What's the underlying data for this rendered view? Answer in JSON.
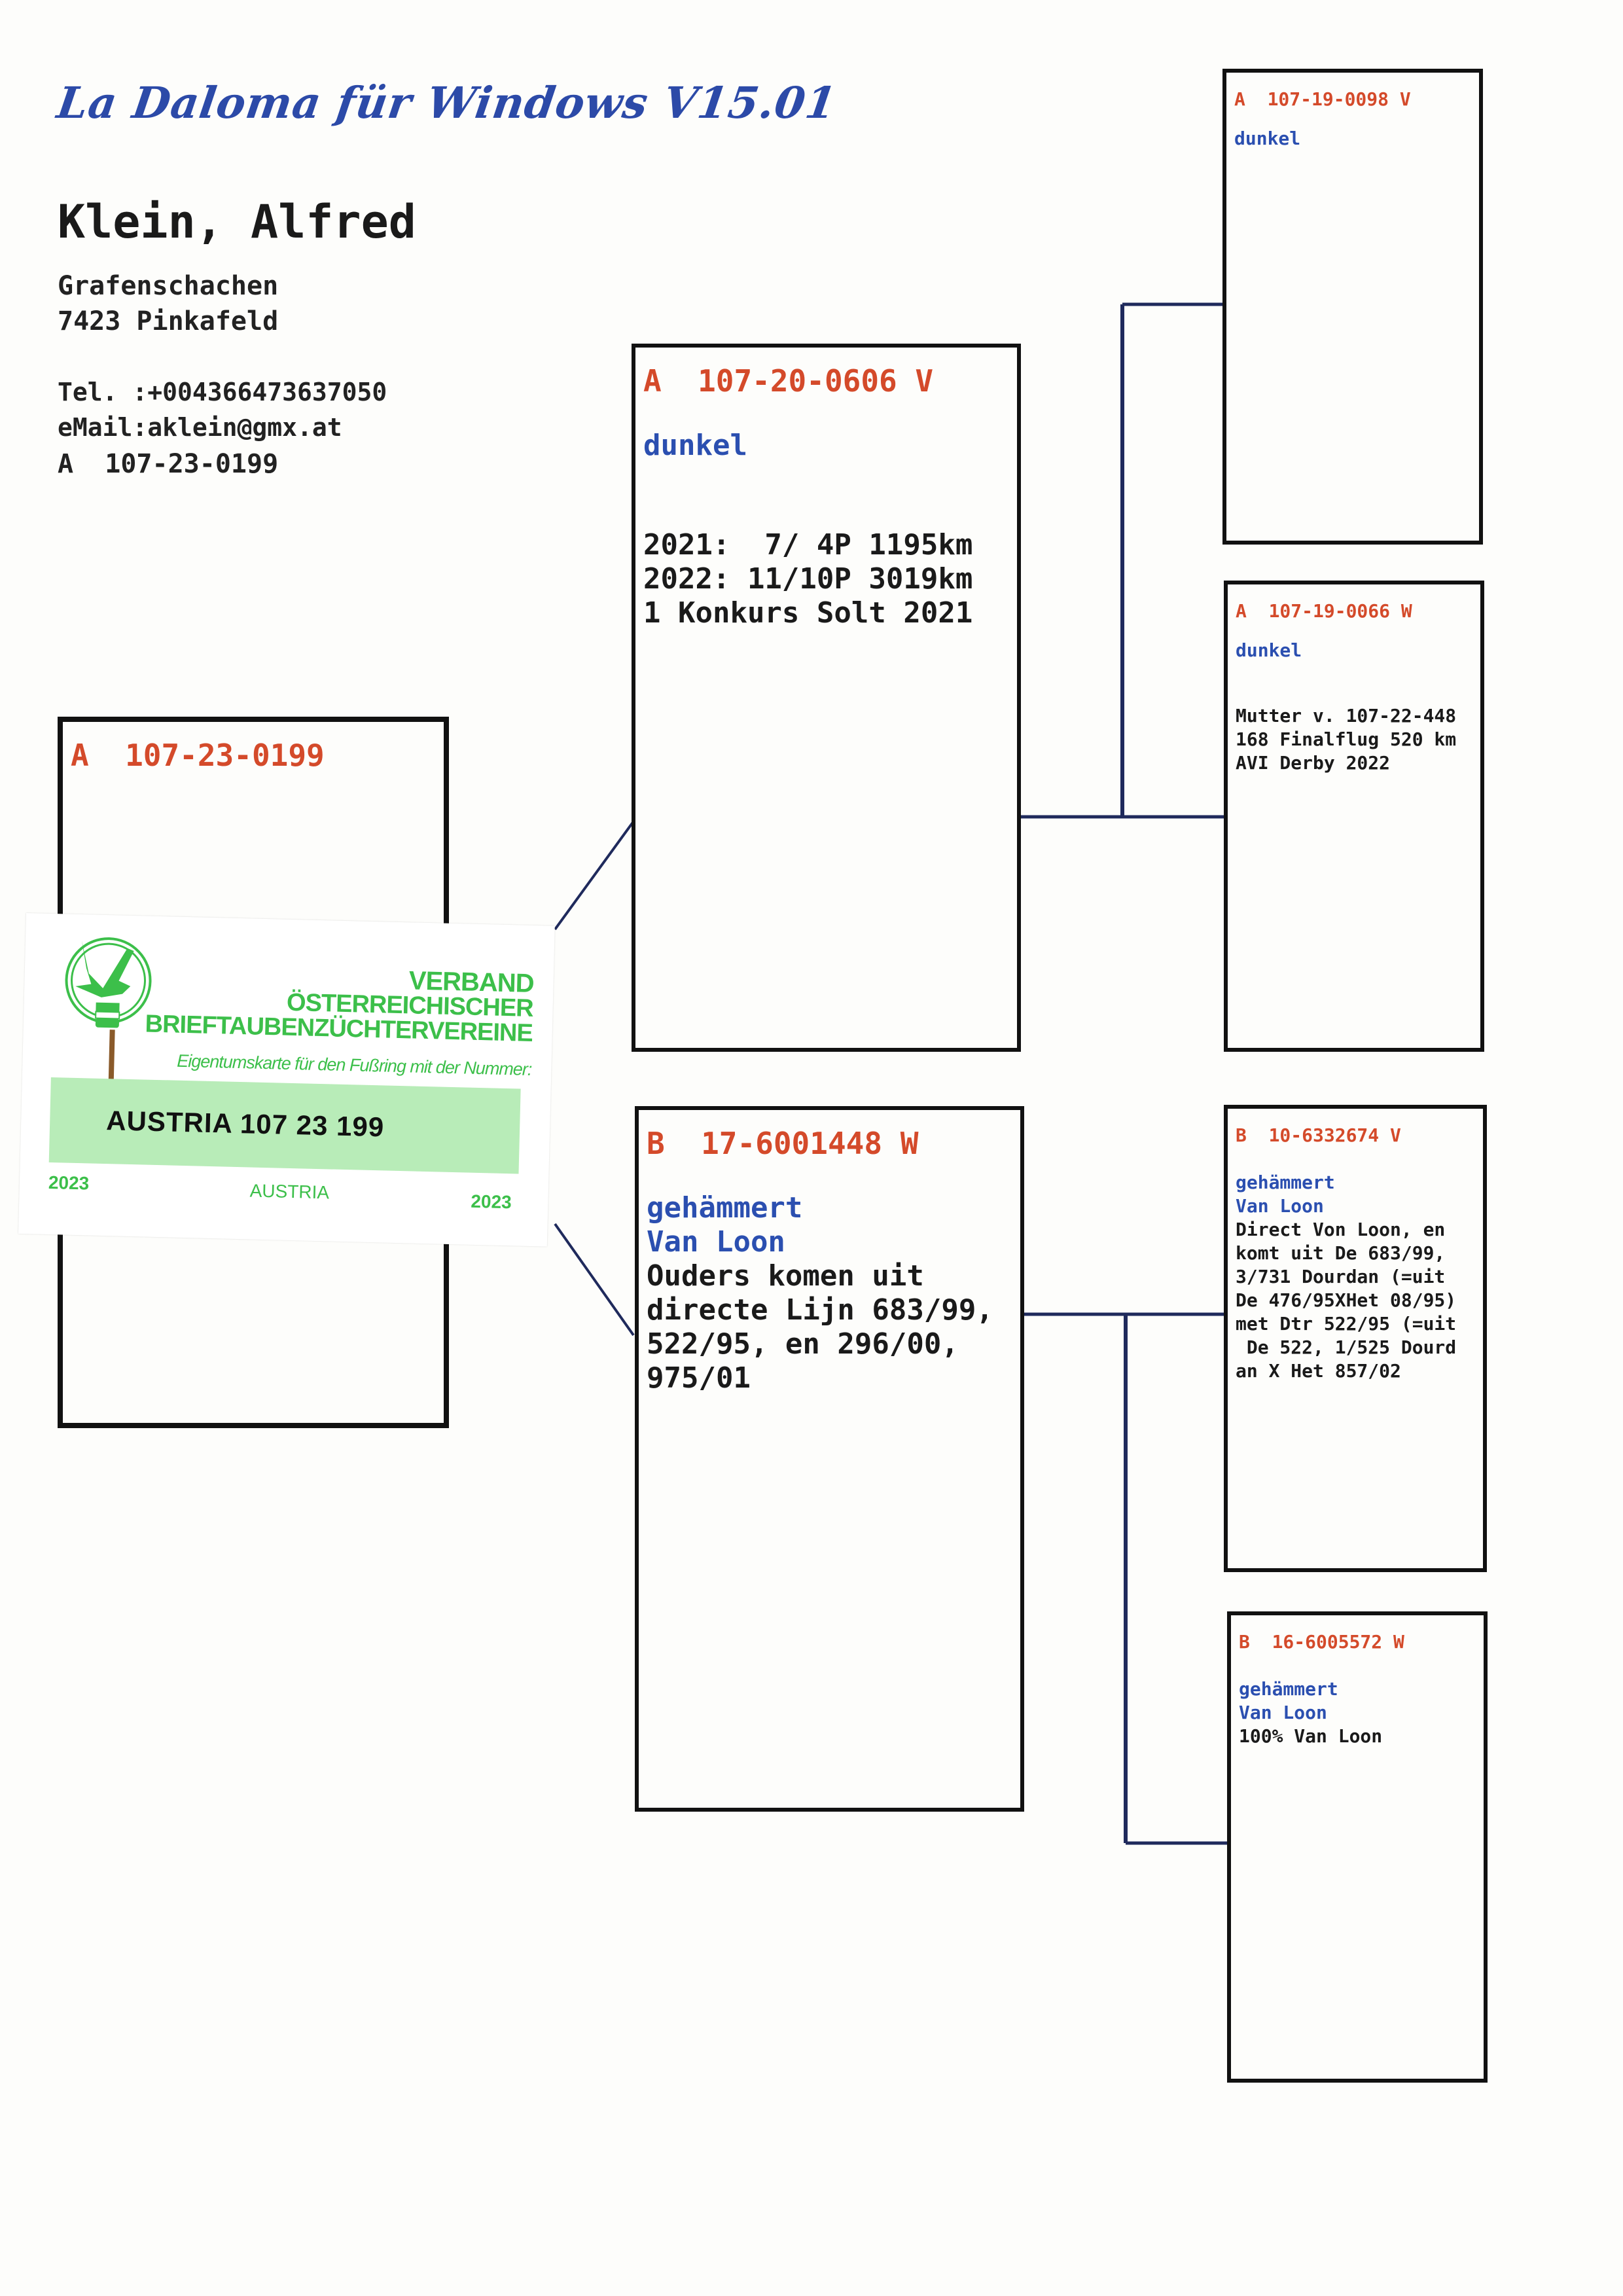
{
  "header": {
    "software": "La Daloma für Windows V15.01",
    "owner_name": "Klein, Alfred",
    "address_line1": "Grafenschachen",
    "address_line2": "7423 Pinkafeld",
    "phone": "Tel. :+004366473637050",
    "email": "eMail:aklein@gmx.at",
    "ring": "A  107-23-0199"
  },
  "pigeon": {
    "ring": "A  107-23-0199"
  },
  "sire": {
    "ring": "A  107-20-0606 V",
    "color": "dunkel",
    "notes": "2021:  7/ 4P 1195km\n2022: 11/10P 3019km\n1 Konkurs Solt 2021"
  },
  "dam": {
    "ring": "B  17-6001448 W",
    "color": "gehämmert\nVan Loon",
    "notes": "Ouders komen uit\ndirecte Lijn 683/99,\n522/95, en 296/00,\n975/01"
  },
  "sire_sire": {
    "ring": "A  107-19-0098 V",
    "color": "dunkel",
    "notes": ""
  },
  "sire_dam": {
    "ring": "A  107-19-0066 W",
    "color": "dunkel",
    "notes": "Mutter v. 107-22-448\n168 Finalflug 520 km\nAVI Derby 2022"
  },
  "dam_sire": {
    "ring": "B  10-6332674 V",
    "color": "gehämmert\nVan Loon",
    "notes": "Direct Von Loon, en\nkomt uit De 683/99,\n3/731 Dourdan (=uit\nDe 476/95XHet 08/95)\nmet Dtr 522/95 (=uit\n De 522, 1/525 Dourd\nan X Het 857/02"
  },
  "dam_dam": {
    "ring": "B  16-6005572 W",
    "color": "gehämmert\nVan Loon",
    "notes": "100% Van Loon"
  },
  "ownership_card": {
    "org_line1": "VERBAND",
    "org_line2": "ÖSTERREICHISCHER",
    "org_line3": "BRIEFTAUBENZÜCHTERVEREINE",
    "subtitle": "Eigentumskarte für den Fußring mit der Nummer:",
    "ring_number": "AUSTRIA 107 23  199",
    "year_left": "2023",
    "country": "AUSTRIA",
    "year_right": "2023",
    "logo_icon": "pigeon-ring-logo-icon"
  },
  "colors": {
    "ring_red": "#d44a2a",
    "color_blue": "#2b4fb0",
    "connector_navy": "#1f2a5c",
    "card_green": "#3cbf4a",
    "card_band": "#b8ecb8"
  }
}
